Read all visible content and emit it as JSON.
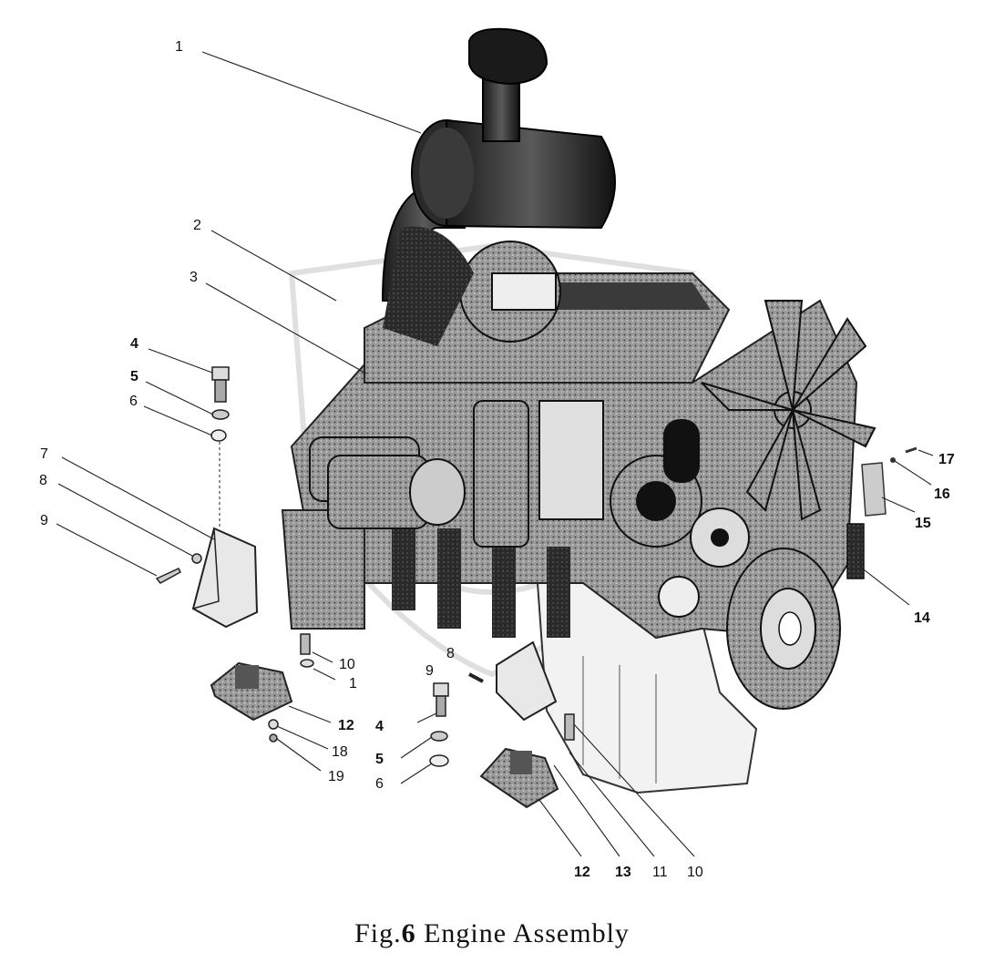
{
  "figure": {
    "caption_prefix": "Fig.",
    "caption_number": "6",
    "caption_title": "Engine Assembly"
  },
  "callouts": [
    {
      "id": "c1",
      "text": "1"
    },
    {
      "id": "c2",
      "text": "2"
    },
    {
      "id": "c3",
      "text": "3"
    },
    {
      "id": "c4a",
      "text": "4"
    },
    {
      "id": "c5a",
      "text": "5"
    },
    {
      "id": "c6a",
      "text": "6"
    },
    {
      "id": "c7",
      "text": "7"
    },
    {
      "id": "c8a",
      "text": "8"
    },
    {
      "id": "c9a",
      "text": "9"
    },
    {
      "id": "c10a",
      "text": "10"
    },
    {
      "id": "c1b",
      "text": "1"
    },
    {
      "id": "c12a",
      "text": "12"
    },
    {
      "id": "c18",
      "text": "18"
    },
    {
      "id": "c19",
      "text": "19"
    },
    {
      "id": "c8b",
      "text": "8"
    },
    {
      "id": "c9b",
      "text": "9"
    },
    {
      "id": "c4b",
      "text": "4"
    },
    {
      "id": "c5b",
      "text": "5"
    },
    {
      "id": "c6b",
      "text": "6"
    },
    {
      "id": "c12b",
      "text": "12"
    },
    {
      "id": "c13",
      "text": "13"
    },
    {
      "id": "c11",
      "text": "11"
    },
    {
      "id": "c10b",
      "text": "10"
    },
    {
      "id": "c14",
      "text": "14"
    },
    {
      "id": "c15",
      "text": "15"
    },
    {
      "id": "c16",
      "text": "16"
    },
    {
      "id": "c17",
      "text": "17"
    }
  ]
}
